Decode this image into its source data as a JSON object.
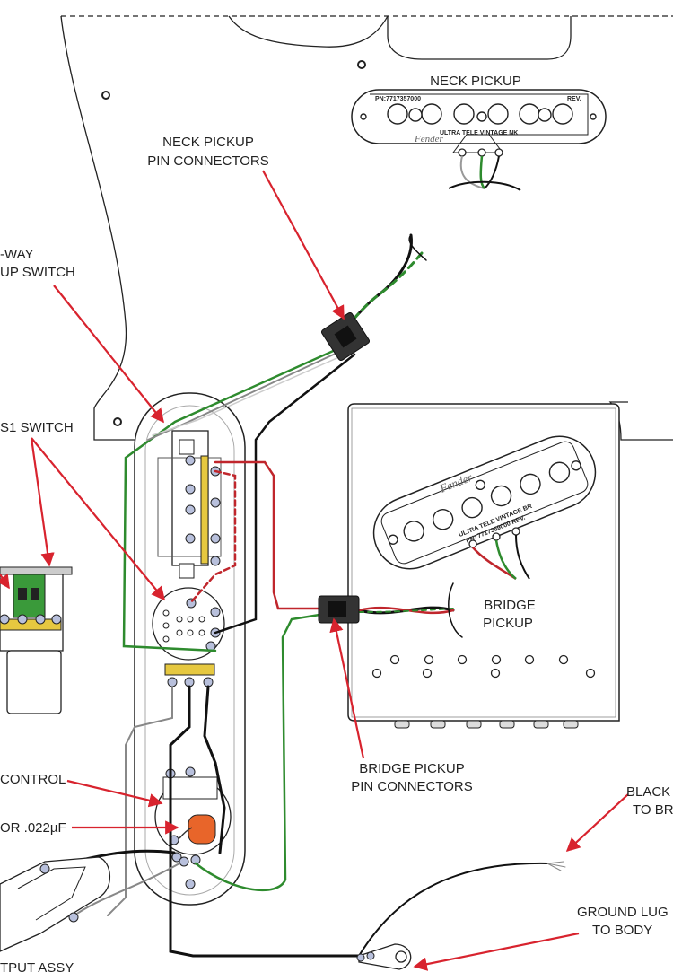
{
  "labels": {
    "neck_pickup": "NECK PICKUP",
    "neck_pin_line1": "NECK PICKUP",
    "neck_pin_line2": "PIN CONNECTORS",
    "switch_line1": "-WAY",
    "switch_line2": "UP SWITCH",
    "s1_switch": "S1 SWITCH",
    "bridge_pickup_line1": "BRIDGE",
    "bridge_pickup_line2": "PICKUP",
    "bridge_pin_line1": "BRIDGE PICKUP",
    "bridge_pin_line2": "PIN CONNECTORS",
    "control": "CONTROL",
    "capacitor": "OR .022µF",
    "black_line1": "BLACK",
    "black_line2": "TO BR",
    "ground_line1": "GROUND LUG",
    "ground_line2": "TO BODY",
    "output": "TPUT ASSY"
  },
  "pickup_text": {
    "neck_pn": "PN:7717357000",
    "neck_rev": "REV.",
    "neck_model": "ULTRA TELE VINTAGE NK",
    "neck_brand": "Fender",
    "bridge_model": "ULTRA TELE VINTAGE BR",
    "bridge_pn": "PN: 7717359000 REV.",
    "bridge_brand": "Fender"
  },
  "colors": {
    "callout": "#d8232e",
    "wire_red": "#c0262c",
    "wire_green": "#2e8b2e",
    "wire_black": "#111111",
    "cap_orange": "#e8652a",
    "lug_blue": "#b8c0dc"
  }
}
